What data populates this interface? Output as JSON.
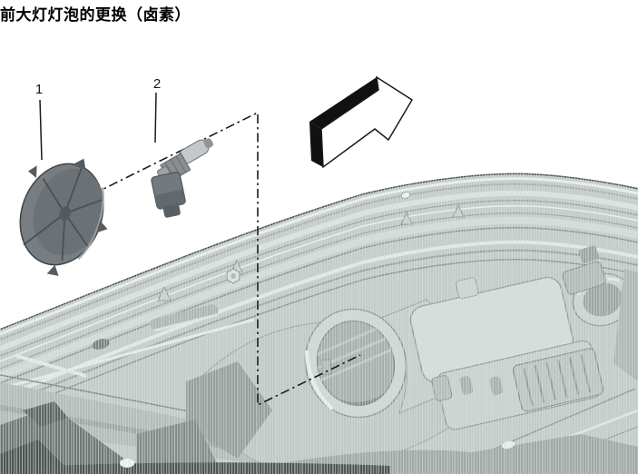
{
  "title": "前大灯灯泡的更换（卤素）",
  "figure": {
    "name": "headlamp-bulb-replacement-diagram",
    "callouts": [
      {
        "number": "1"
      },
      {
        "number": "2"
      }
    ],
    "icons": [
      "direction-arrow-icon",
      "dust-cap-part",
      "halogen-bulb-part",
      "bulb-socket-opening"
    ],
    "colors": {
      "line": "#1a1a1a",
      "metal_light": "#d7dcd9",
      "metal_mid": "#c6cbc8",
      "metal_dark": "#8e938f",
      "shadow": "#565b58",
      "stripe_teal": "#cfe0dc",
      "background": "#ffffff"
    }
  }
}
